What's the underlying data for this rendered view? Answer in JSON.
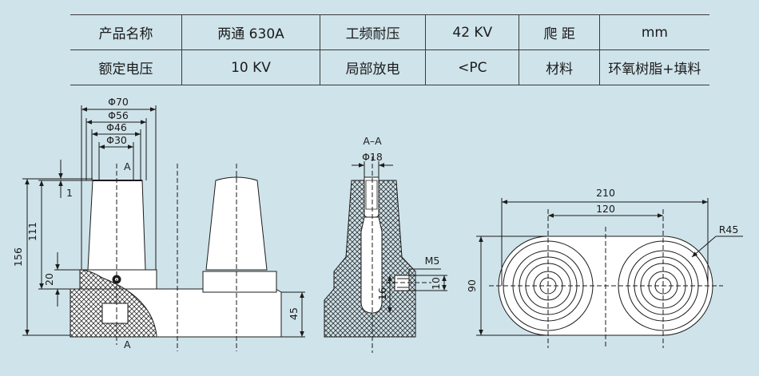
{
  "spec_table": {
    "rows": [
      [
        "产品名称",
        "两通 630A",
        "工频耐压",
        "42 KV",
        "爬 距",
        "mm"
      ],
      [
        "额定电压",
        "10 KV",
        "局部放电",
        "<PC",
        "材料",
        "环氧树脂+填料"
      ]
    ]
  },
  "front_view": {
    "dim_od70": "Φ70",
    "dim_od56": "Φ56",
    "dim_od46": "Φ46",
    "dim_od30": "Φ30",
    "dim_step": "1",
    "dim_height_total": "156",
    "dim_height_cone": "111",
    "dim_base_step": "20",
    "dim_base_height": "45",
    "section_mark_top": "A",
    "section_mark_bottom": "A"
  },
  "section_view": {
    "title": "A–A",
    "dim_bore": "Φ18",
    "dim_thread": "M5",
    "dim_10": "10",
    "dim_16": "16"
  },
  "top_view": {
    "dim_length": "210",
    "dim_spacing": "120",
    "dim_radius": "R45",
    "dim_width": "90"
  },
  "colors": {
    "background": "#cfe3ea",
    "line": "#1b1b1b",
    "part_fill": "#ffffff",
    "hatch": "#333333"
  }
}
